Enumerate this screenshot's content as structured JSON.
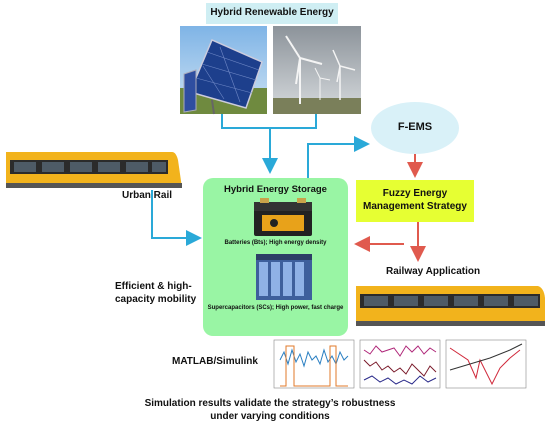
{
  "title": "Hybrid Renewable Energy",
  "nodes": {
    "fems": "F-EMS",
    "fuzzy": "Fuzzy Energy Management Strategy",
    "storage_title": "Hybrid Energy Storage",
    "batteries": "Batteries (Bts); High energy density",
    "supercaps": "Supercapacitors (SCs); High power, fast charge",
    "urban_rail": "Urban Rail",
    "railway_app": "Railway Application",
    "mobility": "Efficient  & high-capacity mobility",
    "matlab": "MATLAB/Simulink",
    "conclusion": "Simulation results validate the strategy’s robustness under varying conditions"
  },
  "colors": {
    "title_bg": "#cfeef3",
    "fems_bg": "#d9f1f8",
    "fuzzy_bg": "#e6ff33",
    "storage_bg": "#99f5a4",
    "arrow_blue": "#2aa9d8",
    "arrow_red": "#e05a4e",
    "train_body": "#f2b31c",
    "train_dark": "#2b2b2b"
  },
  "icons": [
    "solar-panel-image",
    "wind-turbine-image",
    "train-image",
    "battery-image",
    "supercapacitor-image"
  ]
}
